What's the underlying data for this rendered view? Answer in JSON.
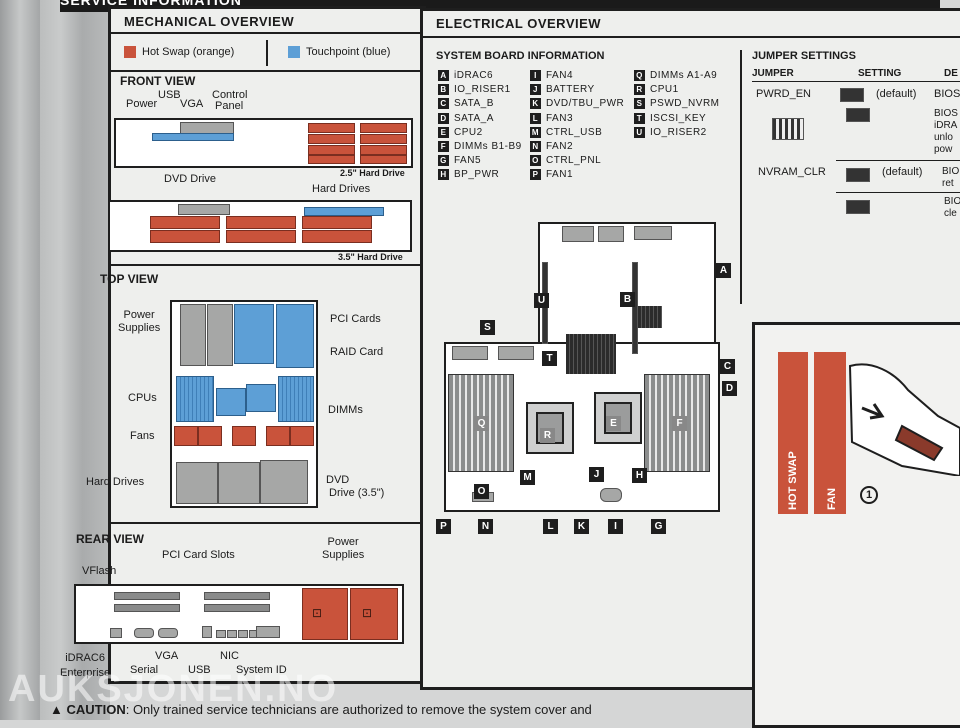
{
  "header": {
    "title": "SERVICE INFORMATION"
  },
  "mechanical": {
    "title": "MECHANICAL OVERVIEW",
    "legend_hot_swap": "Hot Swap (orange)",
    "legend_touchpoint": "Touchpoint (blue)",
    "colors": {
      "hot_swap": "#c9533b",
      "touchpoint": "#5d9fd6"
    },
    "front_view": {
      "title": "FRONT VIEW",
      "labels": {
        "power": "Power",
        "usb": "USB",
        "vga": "VGA",
        "control_panel": "Control\nPanel",
        "dvd_drive": "DVD Drive",
        "hard_drives": "Hard Drives"
      },
      "caption_25": "2.5\" Hard Drive",
      "caption_35": "3.5\" Hard Drive"
    },
    "top_view": {
      "title": "TOP VIEW",
      "labels": {
        "power_supplies": "Power\nSupplies",
        "pci_cards": "PCI Cards",
        "raid_card": "RAID Card",
        "cpus": "CPUs",
        "dimms": "DIMMs",
        "fans": "Fans",
        "hard_drives": "Hard Drives",
        "dvd_drive": "DVD\nDrive (3.5\")"
      }
    },
    "rear_view": {
      "title": "REAR VIEW",
      "labels": {
        "pci_card_slots": "PCI Card Slots",
        "power_supplies": "Power\nSupplies",
        "vflash": "VFlash",
        "idrac6": "iDRAC6\nEnterprise",
        "serial": "Serial",
        "vga": "VGA",
        "usb": "USB",
        "nic": "NIC",
        "system_id": "System ID"
      }
    }
  },
  "electrical": {
    "title": "ELECTRICAL OVERVIEW",
    "board_info_title": "SYSTEM BOARD INFORMATION",
    "keys": [
      {
        "id": "A",
        "name": "iDRAC6"
      },
      {
        "id": "B",
        "name": "IO_RISER1"
      },
      {
        "id": "C",
        "name": "SATA_B"
      },
      {
        "id": "D",
        "name": "SATA_A"
      },
      {
        "id": "E",
        "name": "CPU2"
      },
      {
        "id": "F",
        "name": "DIMMs B1-B9"
      },
      {
        "id": "G",
        "name": "FAN5"
      },
      {
        "id": "H",
        "name": "BP_PWR"
      },
      {
        "id": "I",
        "name": "FAN4"
      },
      {
        "id": "J",
        "name": "BATTERY"
      },
      {
        "id": "K",
        "name": "DVD/TBU_PWR"
      },
      {
        "id": "L",
        "name": "FAN3"
      },
      {
        "id": "M",
        "name": "CTRL_USB"
      },
      {
        "id": "N",
        "name": "FAN2"
      },
      {
        "id": "O",
        "name": "CTRL_PNL"
      },
      {
        "id": "P",
        "name": "FAN1"
      },
      {
        "id": "Q",
        "name": "DIMMs A1-A9"
      },
      {
        "id": "R",
        "name": "CPU1"
      },
      {
        "id": "S",
        "name": "PSWD_NVRM"
      },
      {
        "id": "T",
        "name": "ISCSI_KEY"
      },
      {
        "id": "U",
        "name": "IO_RISER2"
      }
    ],
    "jumper": {
      "title": "JUMPER SETTINGS",
      "col_jumper": "JUMPER",
      "col_setting": "SETTING",
      "col_desc": "DE",
      "rows": [
        {
          "jumper": "PWRD_EN",
          "setting": "(default)",
          "desc": "BIOS",
          "desc2": "BIOS\niDRA\nunlo\npow"
        },
        {
          "jumper": "NVRAM_CLR",
          "setting": "(default)",
          "desc": "BIO\nret",
          "desc2": "BIO\ncle"
        }
      ]
    }
  },
  "hot_swap_fan": {
    "hot_swap": "HOT SWAP",
    "fan": "FAN",
    "step": "1"
  },
  "footer": {
    "watermark": "AUKSJONEN.NO",
    "caution_label": "CAUTION",
    "caution_text": ": Only trained service technicians are authorized to remove the system cover and"
  }
}
